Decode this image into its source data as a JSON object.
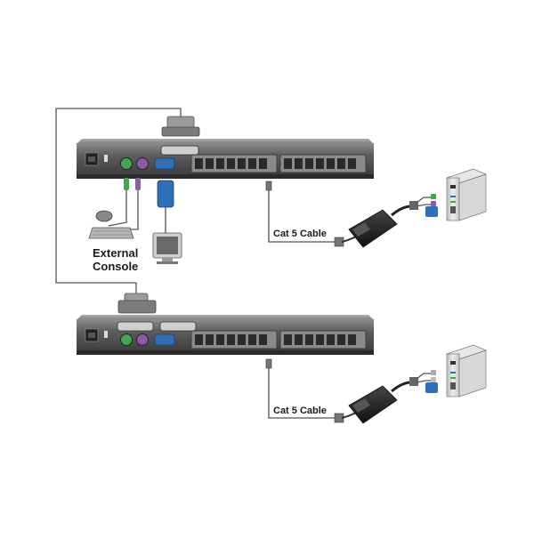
{
  "labels": {
    "console_line1": "External",
    "console_line2": "Console",
    "cable_top": "Cat 5 Cable",
    "cable_bottom": "Cat 5 Cable"
  },
  "colors": {
    "chassis_dark": "#3a3a3a",
    "chassis_mid": "#6b6b6b",
    "port_face": "#8a8a8a",
    "ps2_green": "#3fa84a",
    "ps2_purple": "#8e5aa8",
    "vga_blue": "#2f6fb7",
    "cable": "#555555",
    "computer_body": "#d8d8d8"
  },
  "icons": [
    "kvm-switch-icon",
    "monitor-icon",
    "keyboard-icon",
    "mouse-icon",
    "computer-tower-icon",
    "cpu-adapter-icon",
    "daisy-chain-connector-icon"
  ]
}
